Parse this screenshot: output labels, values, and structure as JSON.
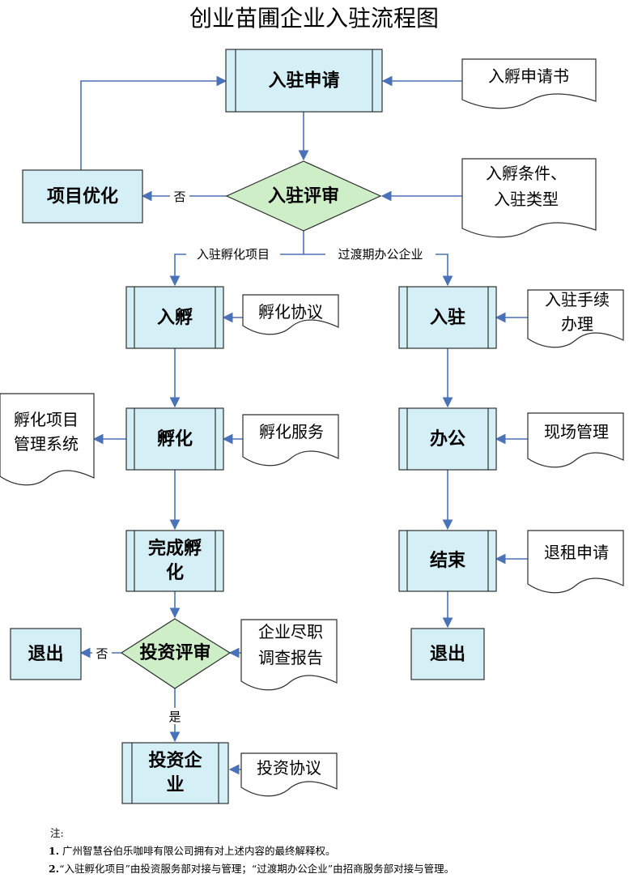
{
  "title": "创业苗圃企业入驻流程图",
  "nodes": {
    "apply": [
      "入驻申请"
    ],
    "review": [
      "入驻评审"
    ],
    "optimize": [
      "项目优化"
    ],
    "incubate_in": [
      "入孵"
    ],
    "incubate": [
      "孵化"
    ],
    "incubate_done": [
      "完成孵",
      "化"
    ],
    "invest_review": [
      "投资评审"
    ],
    "exit_left": [
      "退出"
    ],
    "invest_ent": [
      "投资企",
      "业"
    ],
    "settle": [
      "入驻"
    ],
    "office": [
      "办公"
    ],
    "end": [
      "结束"
    ],
    "exit_right": [
      "退出"
    ]
  },
  "documents": {
    "apply_doc": [
      "入孵申请书"
    ],
    "conditions": [
      "入孵条件、",
      "入驻类型"
    ],
    "incubation_agreement": [
      "孵化协议"
    ],
    "incubation_service": [
      "孵化服务"
    ],
    "project_system": [
      "孵化项目",
      "管理系统"
    ],
    "due_diligence": [
      "企业尽职",
      "调查报告"
    ],
    "invest_agreement": [
      "投资协议"
    ],
    "settle_procedure": [
      "入驻手续",
      "办理"
    ],
    "site_management": [
      "现场管理"
    ],
    "lease_return": [
      "退租申请"
    ]
  },
  "edge_labels": {
    "no_optimize": "否",
    "incubation_project": "入驻孵化项目",
    "transition_office": "过渡期办公企业",
    "no_exit": "否",
    "yes": "是"
  },
  "notes": {
    "heading": "注:",
    "items": [
      {
        "num": "1.",
        "text": " 广州智慧谷伯乐咖啡有限公司拥有对上述内容的最终解释权。"
      },
      {
        "num": "2.",
        "text": "“入驻孵化项目”由投资服务部对接与管理；“过渡期办公企业”由招商服务部对接与管理。"
      }
    ]
  },
  "colors": {
    "process_fill": "#d4f0f6",
    "decision_fill": "#cdeec6",
    "arrow": "#4a72b8",
    "outline": "#2f2f2f"
  }
}
